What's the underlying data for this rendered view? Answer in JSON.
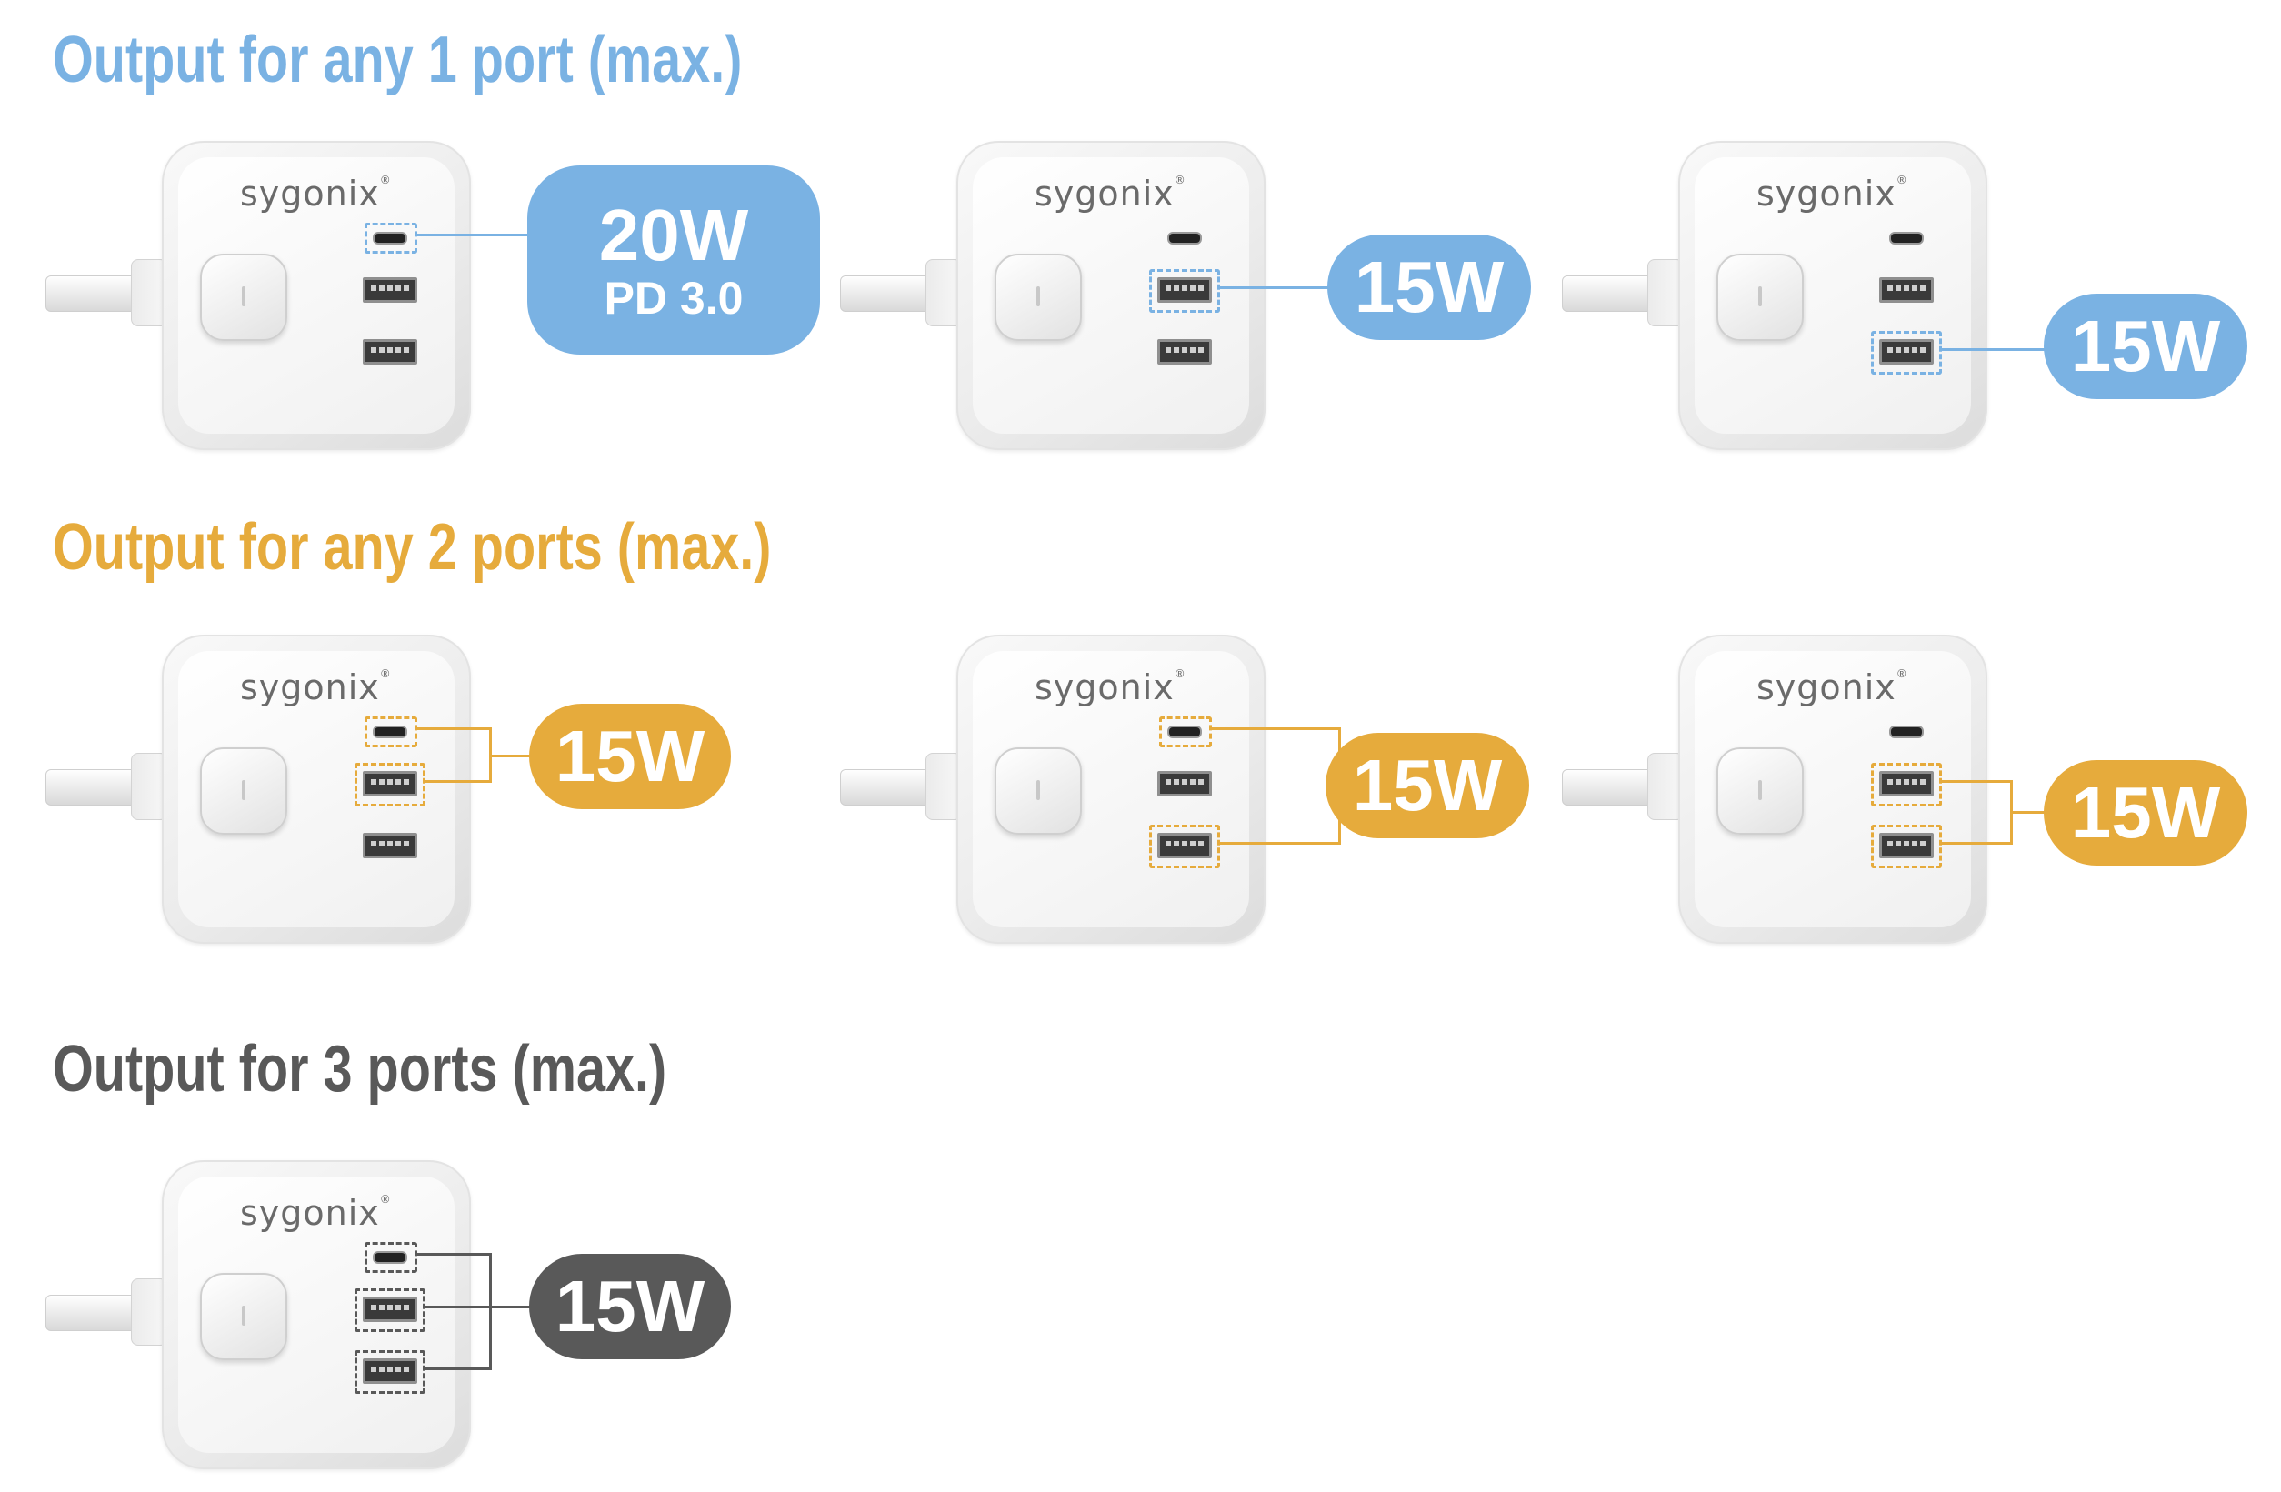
{
  "colors": {
    "single": "#7ab2e3",
    "dual": "#e6ab3c",
    "triple": "#595959",
    "device": "#f2f2f2"
  },
  "brand": {
    "name": "sygonix",
    "mark": "®"
  },
  "sections": {
    "one_port": {
      "heading": "Output for any 1 port (max.)",
      "items": [
        {
          "ports": [
            "usb-c"
          ],
          "badge_power": "20W",
          "badge_protocol": "PD 3.0"
        },
        {
          "ports": [
            "usb-a-1"
          ],
          "badge_power": "15W"
        },
        {
          "ports": [
            "usb-a-2"
          ],
          "badge_power": "15W"
        }
      ]
    },
    "two_ports": {
      "heading": "Output for any 2 ports (max.)",
      "items": [
        {
          "ports": [
            "usb-c",
            "usb-a-1"
          ],
          "badge_power": "15W"
        },
        {
          "ports": [
            "usb-c",
            "usb-a-2"
          ],
          "badge_power": "15W"
        },
        {
          "ports": [
            "usb-a-1",
            "usb-a-2"
          ],
          "badge_power": "15W"
        }
      ]
    },
    "three_ports": {
      "heading": "Output for 3 ports (max.)",
      "items": [
        {
          "ports": [
            "usb-c",
            "usb-a-1",
            "usb-a-2"
          ],
          "badge_power": "15W"
        }
      ]
    }
  }
}
